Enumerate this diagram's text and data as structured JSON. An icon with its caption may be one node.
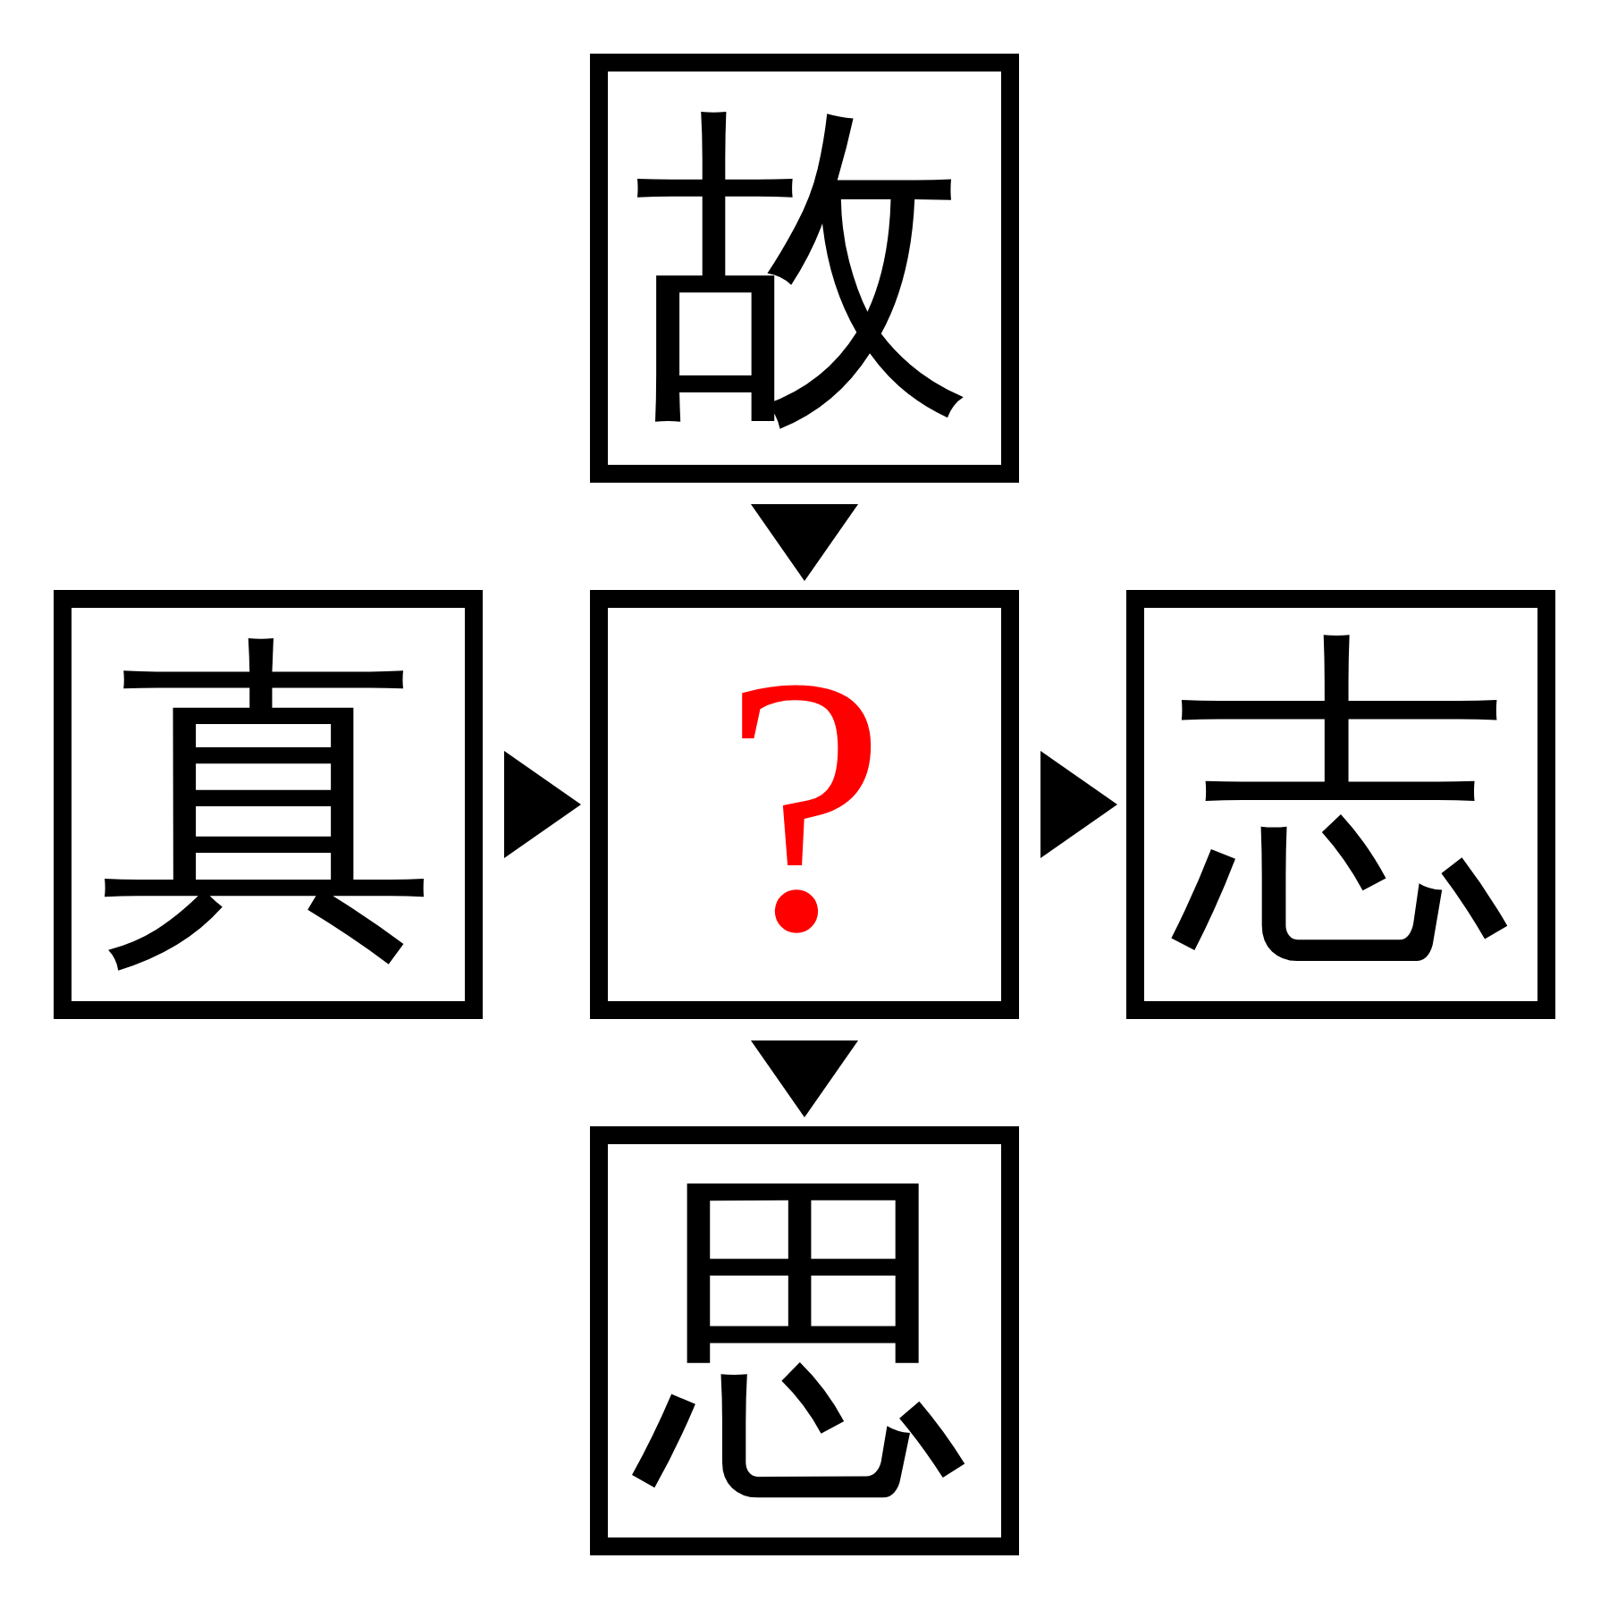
{
  "diagram": {
    "nodes": [
      {
        "text": [
          "故"
        ]
      },
      {
        "text": [
          "真"
        ]
      },
      {
        "text": [
          "?"
        ]
      },
      {
        "text": [
          "志"
        ]
      },
      {
        "text": [
          "思"
        ]
      }
    ],
    "edges": [
      {
        "from": 0,
        "to": 2,
        "arrow": "to"
      },
      {
        "from": 1,
        "to": 2,
        "arrow": "to"
      },
      {
        "from": 2,
        "to": 3,
        "arrow": "to"
      },
      {
        "from": 2,
        "to": 4,
        "arrow": "to"
      }
    ]
  }
}
